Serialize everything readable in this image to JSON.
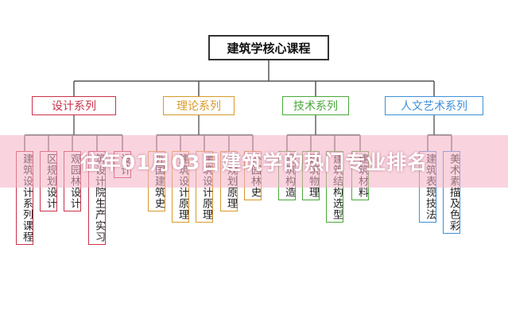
{
  "root": {
    "label": "建筑学核心课程"
  },
  "categories": [
    {
      "label": "设计系列",
      "color": "#c8334a",
      "leaves": [
        "建筑设计系列课程",
        "区规划设计",
        "观园林设计",
        "筑设计院生产实习",
        "设计"
      ]
    },
    {
      "label": "理论系列",
      "color": "#d89a2a",
      "leaves": [
        "外国建筑史",
        "建筑设计原理",
        "建筑设计原理",
        "乡规划原理",
        "外园林史"
      ]
    },
    {
      "label": "技术系列",
      "color": "#4aa83a",
      "leaves": [
        "建筑构造",
        "建筑物理",
        "建筑结构选型",
        "建筑材料"
      ]
    },
    {
      "label": "人文艺术系列",
      "color": "#3e8fd6",
      "leaves": [
        "建筑表现技法",
        "美术素描及色彩"
      ]
    }
  ],
  "banner": {
    "title": "往年01月03日建筑学的热门专业排名"
  }
}
